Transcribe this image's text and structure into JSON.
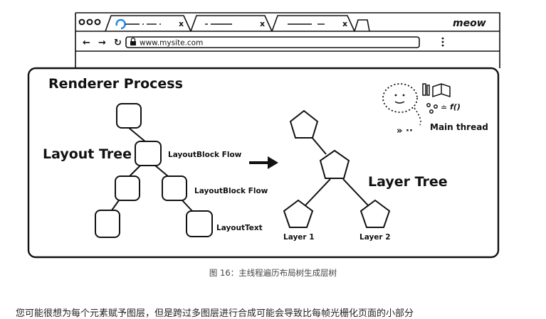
{
  "browser": {
    "app_name": "meow",
    "url": "www.mysite.com",
    "tab_close_glyph": "x"
  },
  "diagram": {
    "title": "Renderer Process",
    "layout_tree_label": "Layout Tree",
    "layer_tree_label": "Layer Tree",
    "main_thread_label": "Main thread",
    "function_label": "f()",
    "nodes": {
      "layout_block_flow_1": "LayoutBlock Flow",
      "layout_block_flow_2": "LayoutBlock Flow",
      "layout_text": "LayoutText",
      "layer_1": "Layer 1",
      "layer_2": "Layer 2"
    }
  },
  "caption": "图 16：主线程遍历布局树生成层树",
  "paragraph": "您可能很想为每个元素赋予图层，但是跨过多图层进行合成可能会导致比每帧光栅化页面的小部分"
}
